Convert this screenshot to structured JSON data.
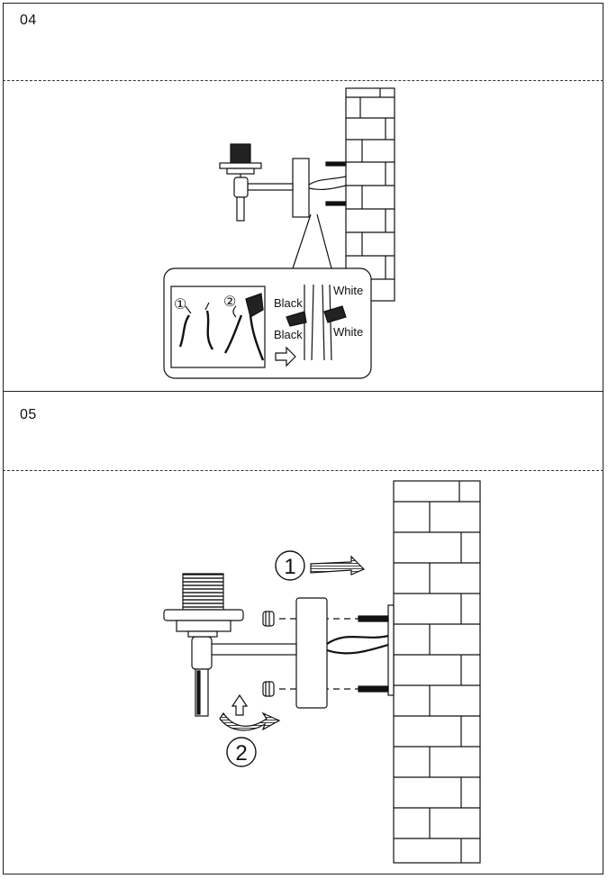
{
  "steps": [
    {
      "number": "04",
      "inset": {
        "sub_step_1": "①",
        "sub_step_2": "②",
        "wire_labels": {
          "black_top": "Black",
          "white_top": "White",
          "black_bottom": "Black",
          "white_bottom": "White"
        },
        "arrow_icon": "hollow-right-arrow-icon"
      }
    },
    {
      "number": "05",
      "action_1": "1",
      "action_2": "2",
      "icons": [
        "push-right-arrow-icon",
        "rotate-arrow-icon"
      ]
    }
  ],
  "colors": {
    "line": "#111111",
    "paper": "#ffffff"
  }
}
